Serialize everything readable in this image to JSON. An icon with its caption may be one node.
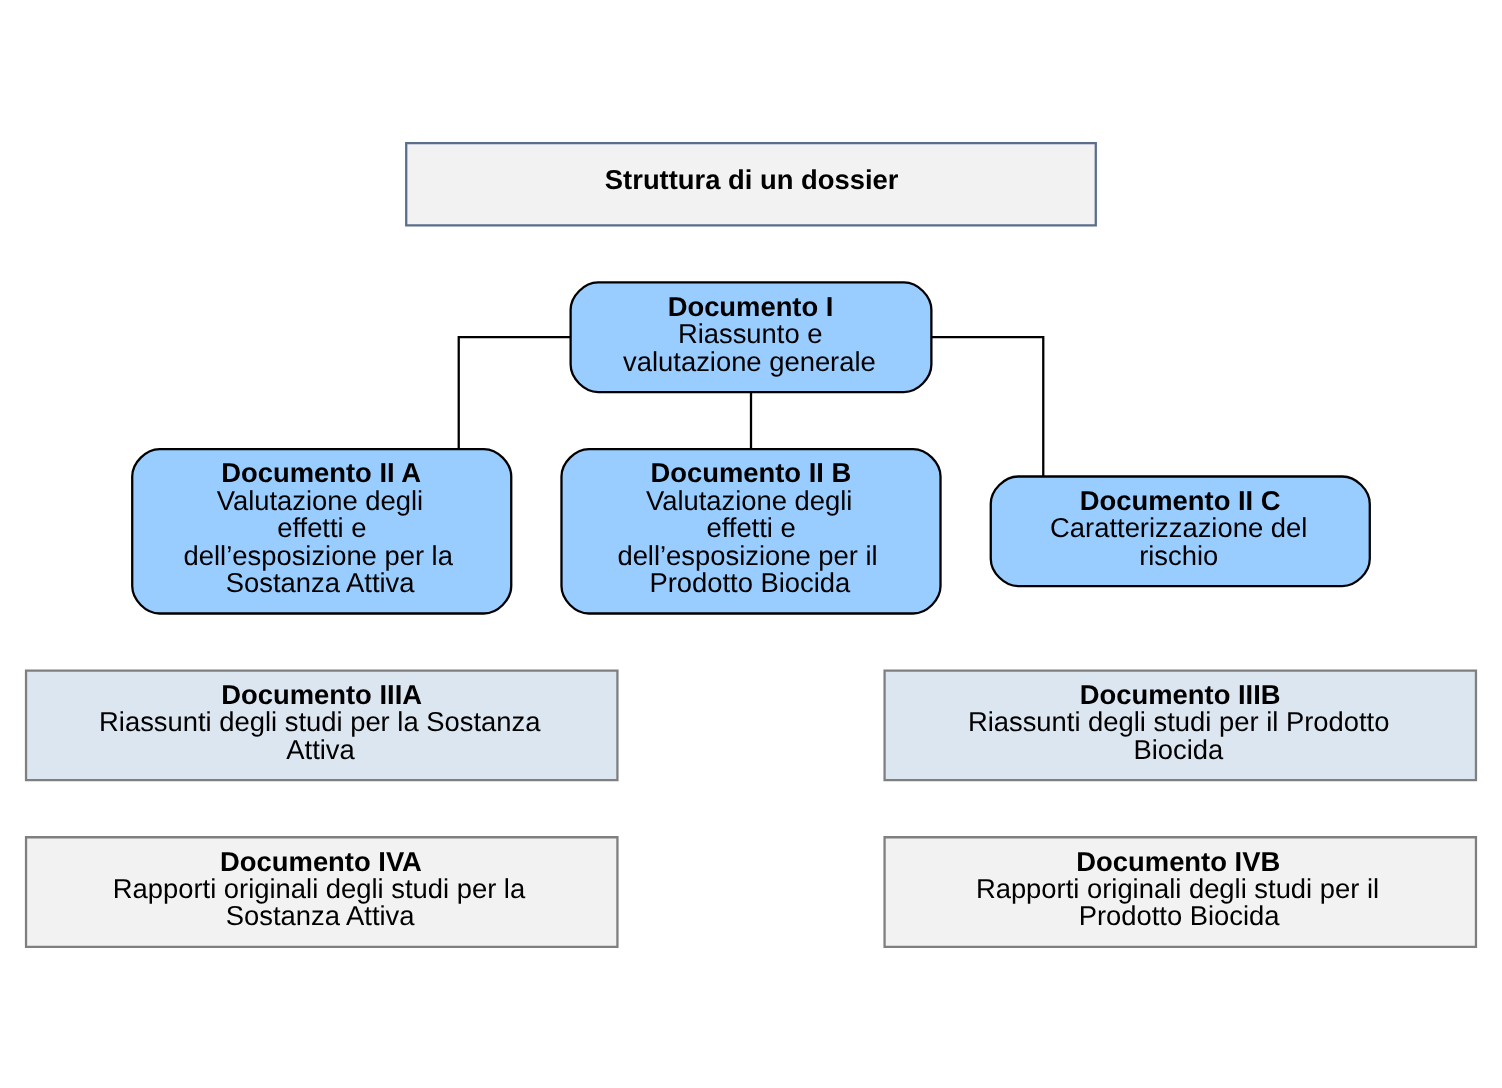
{
  "diagram": {
    "nodes": [
      {
        "text": [
          "Struttura di un dossier"
        ]
      },
      {
        "text": [
          "Documento I",
          "Riassunto e valutazione generale"
        ]
      },
      {
        "text": [
          "Documento II A",
          "Valutazione degli effetti e dell’esposizione per la Sostanza Attiva"
        ]
      },
      {
        "text": [
          "Documento II B",
          "Valutazione degli effetti e dell’esposizione per il Prodotto Biocida"
        ]
      },
      {
        "text": [
          "Documento II C",
          "Caratterizzazione del rischio"
        ]
      },
      {
        "text": [
          "Documento IIIA",
          "Riassunti degli studi per la Sostanza Attiva"
        ]
      },
      {
        "text": [
          "Documento IIIB",
          "Riassunti degli studi per il Prodotto Biocida"
        ]
      },
      {
        "text": [
          "Documento IVA",
          "Rapporti originali degli studi per la Sostanza Attiva"
        ]
      },
      {
        "text": [
          "Documento IVB",
          "Rapporti originali degli studi per il Prodotto Biocida"
        ]
      }
    ],
    "edges": [
      {
        "from": 1,
        "to": 2,
        "arrow": "none"
      },
      {
        "from": 1,
        "to": 3,
        "arrow": "none"
      },
      {
        "from": 1,
        "to": 4,
        "arrow": "none"
      }
    ]
  }
}
